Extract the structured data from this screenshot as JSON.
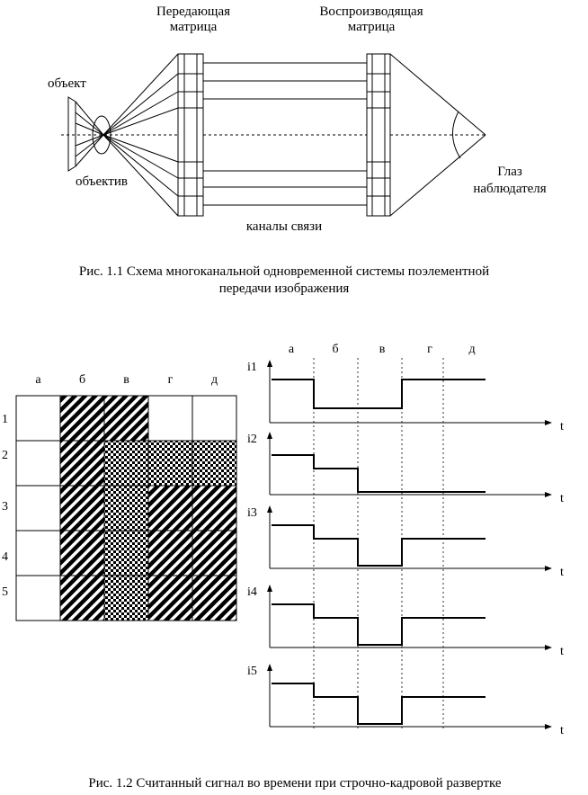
{
  "fig1": {
    "transmit_matrix": [
      "Передающая",
      "матрица"
    ],
    "receive_matrix": [
      "Воспроизводящая",
      "матрица"
    ],
    "object": "объект",
    "lens": "объектив",
    "eye": [
      "Глаз",
      "наблюдателя"
    ],
    "channels": "каналы связи",
    "caption": [
      "Рис. 1.1 Схема многоканальной одновременной системы поэлементной",
      "передачи изображения"
    ]
  },
  "fig2": {
    "columns": [
      "а",
      "б",
      "в",
      "г",
      "д"
    ],
    "rows": [
      "1",
      "2",
      "3",
      "4",
      "5"
    ],
    "grid_fill": [
      [
        "white",
        "stripe",
        "stripe",
        "white",
        "white"
      ],
      [
        "white",
        "stripe",
        "check",
        "check",
        "check"
      ],
      [
        "white",
        "stripe",
        "check",
        "stripe",
        "stripe"
      ],
      [
        "white",
        "stripe",
        "check",
        "stripe",
        "stripe"
      ],
      [
        "white",
        "stripe",
        "check",
        "stripe",
        "stripe"
      ]
    ],
    "time_columns": [
      "а",
      "б",
      "в",
      "г",
      "д"
    ],
    "axis_t": "t",
    "signals": [
      {
        "name": "i1",
        "levels": [
          3,
          1,
          1,
          3,
          3
        ]
      },
      {
        "name": "i2",
        "levels": [
          3,
          2,
          1,
          1,
          1
        ]
      },
      {
        "name": "i3",
        "levels": [
          3,
          2,
          1,
          2,
          2
        ]
      },
      {
        "name": "i4",
        "levels": [
          3,
          2,
          1,
          2,
          2
        ]
      },
      {
        "name": "i5",
        "levels": [
          3,
          2,
          1,
          2,
          2
        ]
      }
    ],
    "caption": "Рис. 1.2  Считанный сигнал во времени при строчно-кадровой развертке"
  }
}
